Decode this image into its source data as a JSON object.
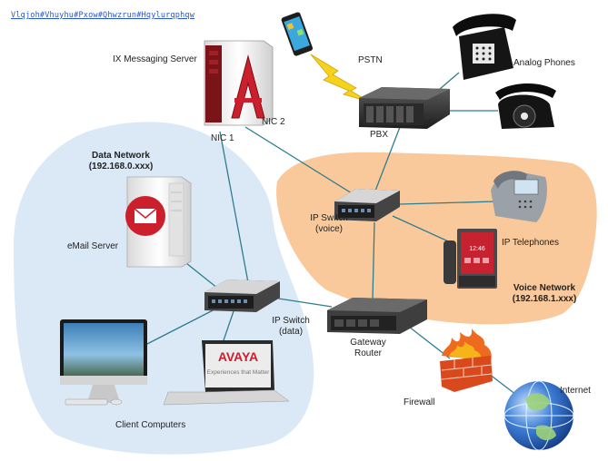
{
  "header_link": "Vlqjoh#Vhuyhu#Pxow#Qhwzrun#Hqylurqphqw",
  "labels": {
    "ix_server": "IX Messaging Server",
    "nic1": "NIC 1",
    "nic2": "NIC 2",
    "pstn": "PSTN",
    "pbx": "PBX",
    "analog_phones": "Analog Phones",
    "data_network_title": "Data Network",
    "data_network_subnet": "(192.168.0.xxx)",
    "email_server": "eMail Server",
    "ip_switch_voice_1": "IP Switch",
    "ip_switch_voice_2": "(voice)",
    "ip_telephones": "IP Telephones",
    "voice_network_title": "Voice Network",
    "voice_network_subnet": "(192.168.1.xxx)",
    "ip_switch_data_1": "IP Switch",
    "ip_switch_data_2": "(data)",
    "gateway_router_1": "Gateway",
    "gateway_router_2": "Router",
    "firewall": "Firewall",
    "internet": "Internet",
    "client_computers": "Client Computers"
  },
  "laptop_screen": {
    "brand": "AVAYA",
    "tagline": "Experiences that Matter"
  },
  "phone_screen_time": "12:46",
  "colors": {
    "data_zone": "#dbe9f6",
    "voice_zone": "#f9c99b",
    "link_line": "#2e7d8e",
    "avaya_red": "#cc1f2d",
    "lightning": "#f6d21c"
  }
}
